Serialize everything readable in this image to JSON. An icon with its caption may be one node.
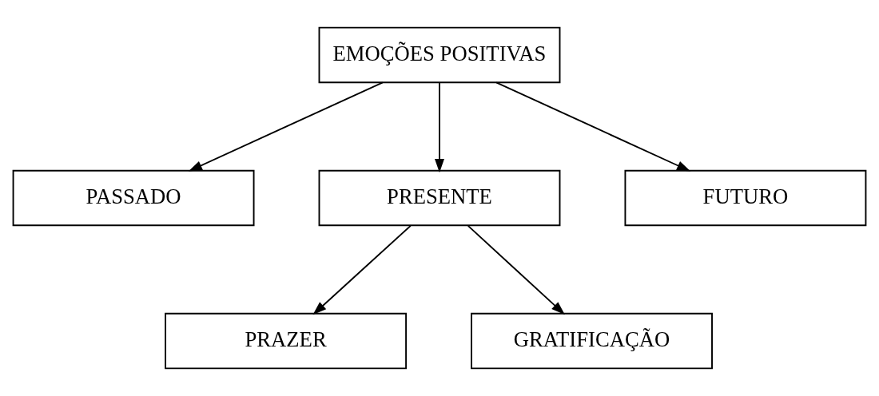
{
  "diagram": {
    "nodes": [
      {
        "text": [
          "EMOÇÕES POSITIVAS"
        ]
      },
      {
        "text": [
          "PASSADO"
        ]
      },
      {
        "text": [
          "PRESENTE"
        ]
      },
      {
        "text": [
          "FUTURO"
        ]
      },
      {
        "text": [
          "PRAZER"
        ]
      },
      {
        "text": [
          "GRATIFICAÇÃO"
        ]
      }
    ],
    "edges": [
      {
        "from": 0,
        "to": 1,
        "arrow": "to"
      },
      {
        "from": 0,
        "to": 2,
        "arrow": "to"
      },
      {
        "from": 0,
        "to": 3,
        "arrow": "to"
      },
      {
        "from": 2,
        "to": 4,
        "arrow": "to"
      },
      {
        "from": 2,
        "to": 5,
        "arrow": "to"
      }
    ]
  }
}
